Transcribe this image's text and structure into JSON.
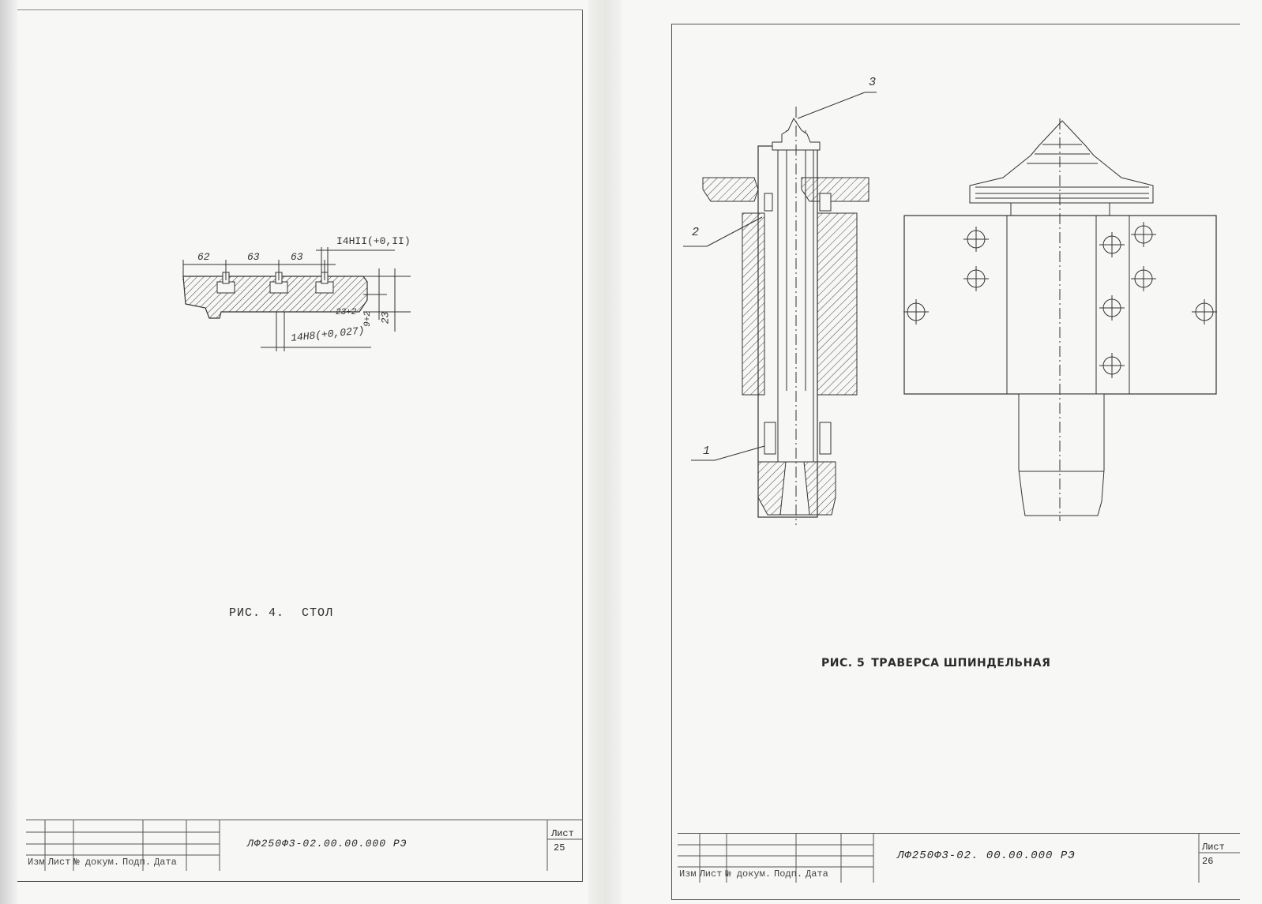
{
  "left_page": {
    "figure": {
      "caption_num": "РИС. 4.",
      "caption_title": "СТОЛ",
      "dims": {
        "d1": "62",
        "d2": "63",
        "d3": "63",
        "slot_top": "I4HII(+0,II)",
        "slot_bottom": "14H8(+0,027)",
        "h1": "23+2",
        "h2": "9+2",
        "h3": "23"
      }
    },
    "title_block": {
      "code": "ЛФ250Ф3-02.00.00.000 РЭ",
      "sheet_label": "Лист",
      "sheet_number": "25",
      "headers": [
        "Изм",
        "Лист",
        "№ докум.",
        "Подп.",
        "Дата"
      ]
    }
  },
  "right_page": {
    "figure": {
      "caption_num": "РИС. 5",
      "caption_title": "ТРАВЕРСА ШПИНДЕЛЬНАЯ",
      "leaders": [
        "1",
        "2",
        "3"
      ]
    },
    "title_block": {
      "code": "ЛФ250Ф3-02. 00.00.000 РЭ",
      "sheet_label": "Лист",
      "sheet_number": "26",
      "headers": [
        "Изм",
        "Лист",
        "№ докум.",
        "Подп.",
        "Дата"
      ]
    }
  },
  "colors": {
    "paper": "#f7f7f5",
    "ink": "#2a2a2a",
    "frame": "#555555"
  }
}
